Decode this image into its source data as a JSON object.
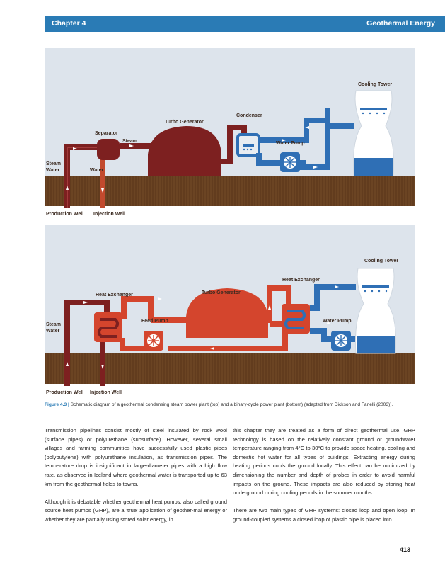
{
  "header": {
    "chapter": "Chapter 4",
    "topic": "Geothermal Energy"
  },
  "diagram_top": {
    "labels": {
      "cooling_tower": "Cooling Tower",
      "condenser": "Condenser",
      "turbo_generator": "Turbo Generator",
      "separator": "Separator",
      "steam": "Steam",
      "water_pump": "Water Pump",
      "steam_water_1": "Steam",
      "steam_water_2": "Water",
      "water": "Water",
      "production_well": "Production Well",
      "injection_well": "Injection Well"
    },
    "colors": {
      "steam_red": "#7d2020",
      "water_red": "#c24a2e",
      "cool_blue": "#2f6fb5",
      "ground": "#6b4423",
      "sky": "#dde4ec"
    }
  },
  "diagram_bottom": {
    "labels": {
      "cooling_tower": "Cooling Tower",
      "heat_exchanger_right": "Heat Exchanger",
      "heat_exchanger_left": "Heat Exchanger",
      "turbo_generator": "Turbo Generator",
      "feed_pump": "Feed Pump",
      "water_pump": "Water Pump",
      "steam_water_1": "Steam",
      "steam_water_2": "Water",
      "production_well": "Production Well",
      "injection_well": "Injection Well"
    },
    "colors": {
      "binary_red": "#d4452d"
    }
  },
  "caption": {
    "figure": "Figure 4.3 |",
    "text": " Schematic diagram of a geothermal condensing steam power plant (top) and a binary-cycle power plant (bottom) (adapted from Dickson and Fanelli (2003))."
  },
  "body": {
    "left": [
      "Transmission pipelines consist mostly of steel insulated by rock wool (surface pipes) or polyurethane (subsurface). However, several small villages and farming communities have successfully used plastic pipes (polybutylene) with polyurethane insulation, as transmission pipes. The temperature drop is insignificant in large-diameter pipes with a high flow rate, as observed in Iceland where geothermal water is transported up to 63 km from the geothermal fields to towns.",
      "Although it is debatable whether geothermal heat pumps, also called ground source heat pumps (GHP), are a ‘true’ application of geother-mal energy or whether they are partially using stored solar energy, in"
    ],
    "right": [
      "this chapter they are treated as a form of direct geothermal use. GHP technology is based on the relatively constant ground or groundwater temperature ranging from 4°C to 30°C to provide space heating, cooling and domestic hot water for all types of buildings. Extracting energy during heating periods cools the ground locally. This effect can be minimized by dimensioning the number and depth of probes in order to avoid harmful impacts on the ground. These impacts are also reduced by storing heat underground during cooling periods in the summer months.",
      "There are two main types of GHP systems: closed loop and open loop. In ground-coupled systems a closed loop of plastic pipe is placed into"
    ]
  },
  "page_number": "413"
}
